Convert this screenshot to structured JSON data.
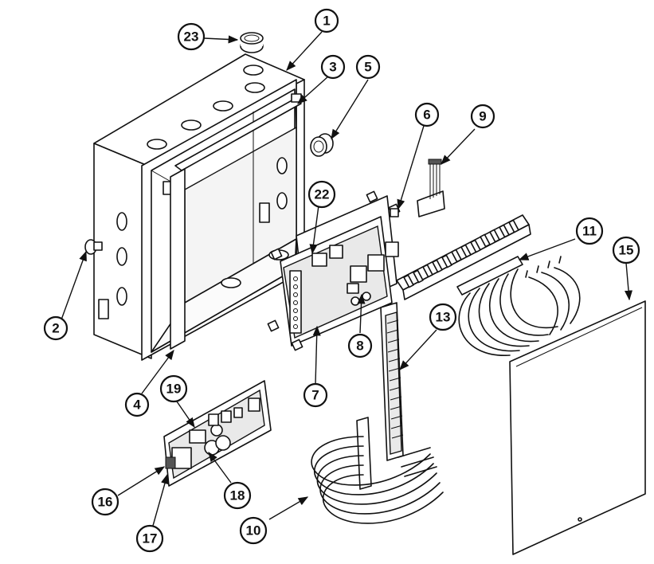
{
  "callouts": [
    {
      "id": "c1",
      "label": "1"
    },
    {
      "id": "c2",
      "label": "2"
    },
    {
      "id": "c3",
      "label": "3"
    },
    {
      "id": "c4",
      "label": "4"
    },
    {
      "id": "c5",
      "label": "5"
    },
    {
      "id": "c6",
      "label": "6"
    },
    {
      "id": "c7",
      "label": "7"
    },
    {
      "id": "c8",
      "label": "8"
    },
    {
      "id": "c9",
      "label": "9"
    },
    {
      "id": "c10",
      "label": "10"
    },
    {
      "id": "c11",
      "label": "11"
    },
    {
      "id": "c13",
      "label": "13"
    },
    {
      "id": "c15",
      "label": "15"
    },
    {
      "id": "c16",
      "label": "16"
    },
    {
      "id": "c17",
      "label": "17"
    },
    {
      "id": "c18",
      "label": "18"
    },
    {
      "id": "c19",
      "label": "19"
    },
    {
      "id": "c22",
      "label": "22"
    },
    {
      "id": "c23",
      "label": "23"
    }
  ]
}
